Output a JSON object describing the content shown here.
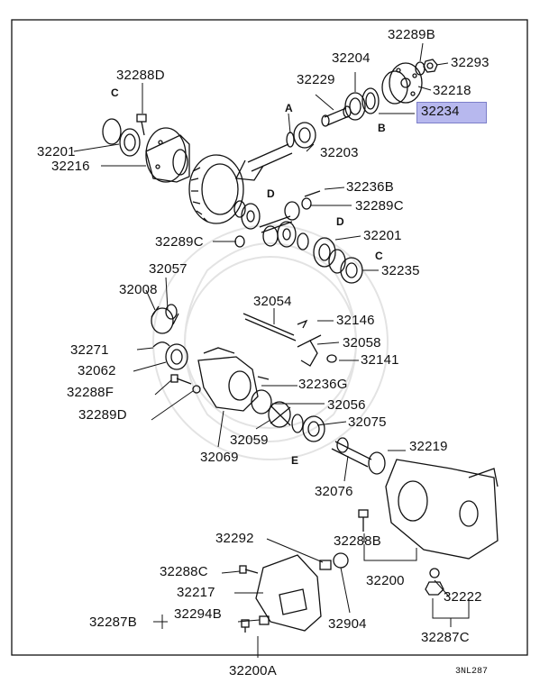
{
  "diagram": {
    "footer_code": "3NL287",
    "highlight_color": "#b7b8ee",
    "labels": {
      "p32289B": "32289B",
      "p32293": "32293",
      "p32288D": "32288D",
      "p32204": "32204",
      "p32229": "32229",
      "p32218": "32218",
      "p32234": "32234",
      "p32201a": "32201",
      "p32216": "32216",
      "p32203": "32203",
      "p32236B": "32236B",
      "p32289Ca": "32289C",
      "p32289Cb": "32289C",
      "p32201b": "32201",
      "p32235": "32235",
      "p32057": "32057",
      "p32054": "32054",
      "p32008": "32008",
      "p32146": "32146",
      "p32271": "32271",
      "p32058": "32058",
      "p32062": "32062",
      "p32141": "32141",
      "p32288F": "32288F",
      "p32236G": "32236G",
      "p32289D": "32289D",
      "p32056": "32056",
      "p32075": "32075",
      "p32059": "32059",
      "p32069": "32069",
      "p32219": "32219",
      "p32076": "32076",
      "p32292": "32292",
      "p32288B": "32288B",
      "p32288C": "32288C",
      "p32200": "32200",
      "p32217": "32217",
      "p32222": "32222",
      "p32287B": "32287B",
      "p32294B": "32294B",
      "p32904": "32904",
      "p32287C": "32287C",
      "p32200A": "32200A"
    },
    "letters": {
      "A": "A",
      "B": "B",
      "Ca": "C",
      "Cb": "C",
      "Da": "D",
      "Db": "D",
      "E": "E"
    }
  }
}
